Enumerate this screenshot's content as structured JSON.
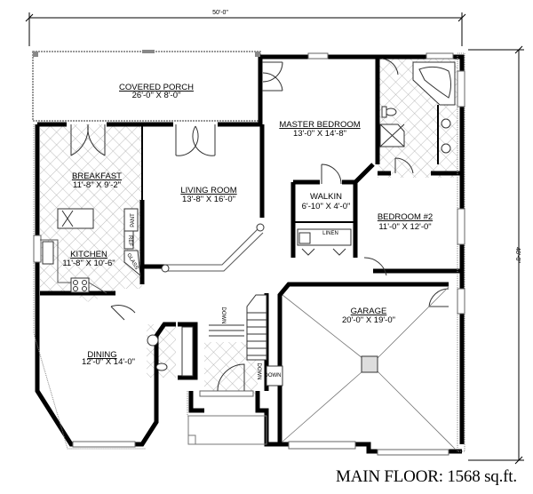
{
  "dimensions": {
    "width_label": "50'-0\"",
    "depth_label": "48'-0\""
  },
  "rooms": [
    {
      "id": "covered-porch",
      "name": "COVERED PORCH",
      "size": "26'-0\" X 8'-0\""
    },
    {
      "id": "master-bedroom",
      "name": "MASTER BEDROOM",
      "size": "13'-0\" X 14'-8\""
    },
    {
      "id": "breakfast",
      "name": "BREAKFAST",
      "size": "11'-8\" X 9'-2\""
    },
    {
      "id": "living-room",
      "name": "LIVING ROOM",
      "size": "13'-8\" X 16'-0\""
    },
    {
      "id": "walkin",
      "name": "WALKIN",
      "size": "6'-10\" X 4'-0\""
    },
    {
      "id": "bedroom-2",
      "name": "BEDROOM #2",
      "size": "11'-0\" X 12'-0\""
    },
    {
      "id": "kitchen",
      "name": "KITCHEN",
      "size": "11'-8\" X 10'-6\""
    },
    {
      "id": "garage",
      "name": "GARAGE",
      "size": "20'-0\" X 19'-0\""
    },
    {
      "id": "dining",
      "name": "DINING",
      "size": "12'-0\" X 14'-0\""
    }
  ],
  "fixture_labels": {
    "pantry": "PANT",
    "refrigerator": "REF",
    "glass": "GLASS",
    "linen": "LINEN",
    "stair_down_1": "DOWN",
    "stair_down_2": "DOWN",
    "stair_down_3": "DOWN"
  },
  "caption": {
    "text": "MAIN FLOOR: 1568 sq.ft."
  }
}
